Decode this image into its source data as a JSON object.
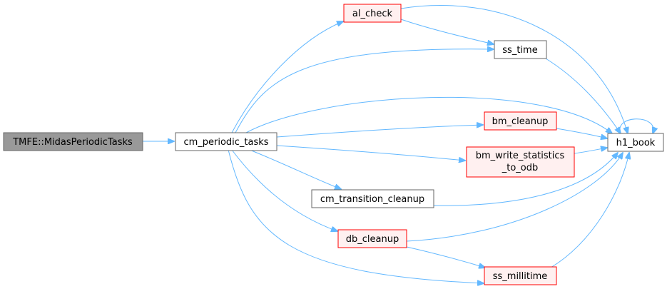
{
  "diagram": {
    "colors": {
      "edge": "#63b8ff",
      "root_fill": "#999999",
      "node_fill": "#ffffff",
      "node_border": "#666666",
      "truncated_fill": "#fff0f0",
      "truncated_border": "#ff0000"
    },
    "nodes": {
      "tmfe_midas_periodic_tasks": {
        "label": "TMFE::MidasPeriodicTasks",
        "style": "root"
      },
      "cm_periodic_tasks": {
        "label": "cm_periodic_tasks",
        "style": "normal"
      },
      "al_check": {
        "label": "al_check",
        "style": "truncated"
      },
      "ss_time": {
        "label": "ss_time",
        "style": "normal"
      },
      "bm_cleanup": {
        "label": "bm_cleanup",
        "style": "truncated"
      },
      "bm_write_statistics_to_odb": {
        "label_line1": "bm_write_statistics",
        "label_line2": "_to_odb",
        "style": "truncated"
      },
      "cm_transition_cleanup": {
        "label": "cm_transition_cleanup",
        "style": "normal"
      },
      "db_cleanup": {
        "label": "db_cleanup",
        "style": "truncated"
      },
      "ss_millitime": {
        "label": "ss_millitime",
        "style": "truncated"
      },
      "h1_book": {
        "label": "h1_book",
        "style": "normal"
      }
    },
    "edges": [
      [
        "tmfe_midas_periodic_tasks",
        "cm_periodic_tasks"
      ],
      [
        "cm_periodic_tasks",
        "al_check"
      ],
      [
        "cm_periodic_tasks",
        "ss_time"
      ],
      [
        "cm_periodic_tasks",
        "h1_book"
      ],
      [
        "cm_periodic_tasks",
        "bm_cleanup"
      ],
      [
        "cm_periodic_tasks",
        "bm_write_statistics_to_odb"
      ],
      [
        "cm_periodic_tasks",
        "cm_transition_cleanup"
      ],
      [
        "cm_periodic_tasks",
        "db_cleanup"
      ],
      [
        "cm_periodic_tasks",
        "ss_millitime"
      ],
      [
        "al_check",
        "ss_time"
      ],
      [
        "al_check",
        "h1_book"
      ],
      [
        "ss_time",
        "h1_book"
      ],
      [
        "bm_cleanup",
        "h1_book"
      ],
      [
        "bm_write_statistics_to_odb",
        "h1_book"
      ],
      [
        "cm_transition_cleanup",
        "h1_book"
      ],
      [
        "db_cleanup",
        "h1_book"
      ],
      [
        "db_cleanup",
        "ss_millitime"
      ],
      [
        "ss_millitime",
        "h1_book"
      ],
      [
        "h1_book",
        "h1_book"
      ]
    ]
  }
}
